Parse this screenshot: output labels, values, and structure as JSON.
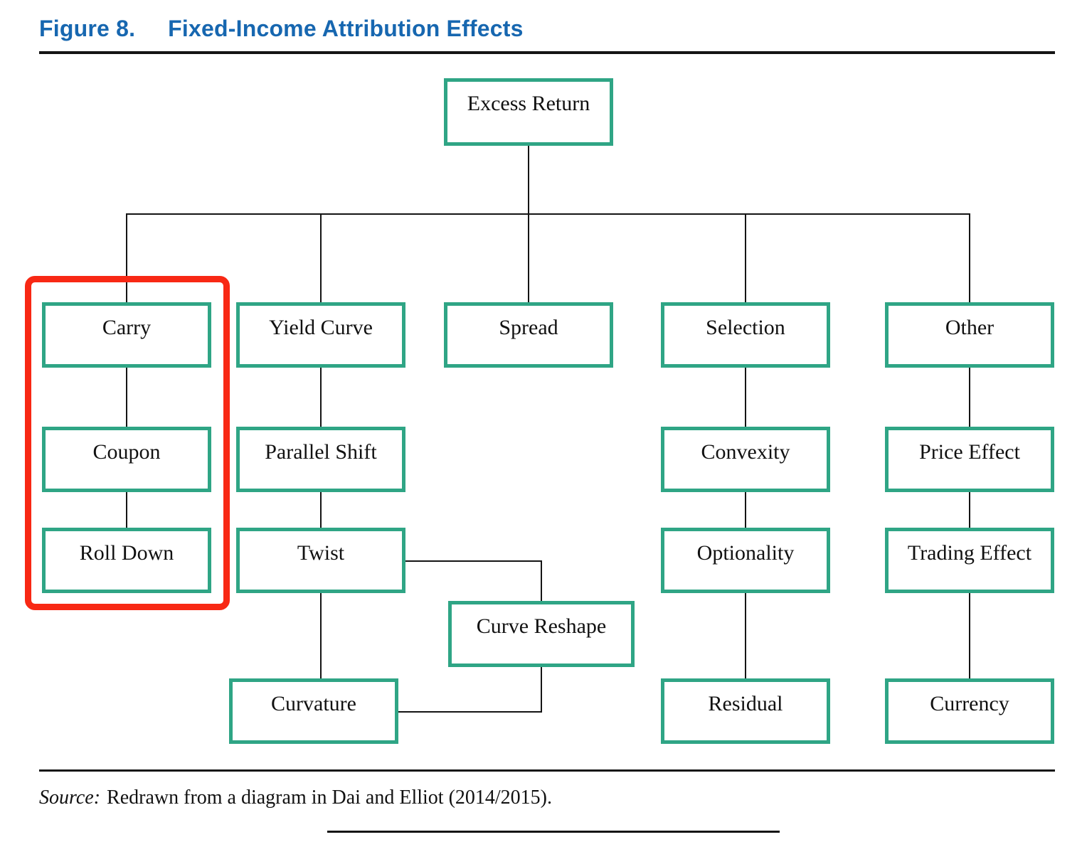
{
  "figure": {
    "label": "Figure 8.",
    "title": "Fixed-Income Attribution Effects"
  },
  "colors": {
    "title-blue": "#1767b0",
    "node-green": "#2fa585",
    "highlight-red": "#f82814",
    "line-color": "#141414",
    "text-color": "#111111"
  },
  "nodes": {
    "excess_return": "Excess Return",
    "carry": "Carry",
    "yield_curve": "Yield Curve",
    "spread": "Spread",
    "selection": "Selection",
    "other": "Other",
    "coupon": "Coupon",
    "parallel_shift": "Parallel Shift",
    "convexity": "Convexity",
    "price_effect": "Price Effect",
    "roll_down": "Roll Down",
    "twist": "Twist",
    "optionality": "Optionality",
    "trading_effect": "Trading Effect",
    "curve_reshape": "Curve Reshape",
    "curvature": "Curvature",
    "residual": "Residual",
    "currency": "Currency"
  },
  "source": {
    "prefix": "Source:",
    "text": "Redrawn from a diagram in Dai and Elliot (2014/2015)."
  }
}
